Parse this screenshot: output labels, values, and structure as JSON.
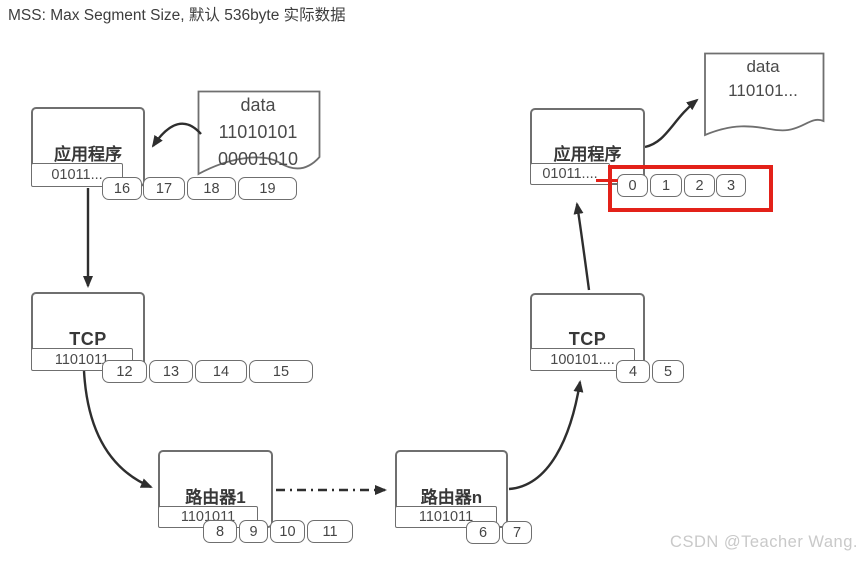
{
  "title": "MSS: Max Segment Size, 默认 536byte 实际数据",
  "watermark": "CSDN @Teacher Wang.",
  "colors": {
    "box_border": "#6f6f6f",
    "arrow": "#2e2e2e",
    "highlight_red": "#e32119",
    "label_text": "#383838",
    "binary_text": "#4a4a4a",
    "watermark_gray": "#c9c9c9",
    "background": "#ffffff"
  },
  "documents": {
    "source": {
      "line1": "data",
      "line2": "11010101",
      "line3": "00001010"
    },
    "received": {
      "line1": "data",
      "line2": "110101..."
    }
  },
  "nodes": {
    "app_left": {
      "label": "应用程序",
      "buffer": "01011...",
      "segments": [
        "16",
        "17",
        "18",
        "19"
      ]
    },
    "tcp_left": {
      "label": "TCP",
      "buffer": "1101011",
      "segments": [
        "12",
        "13",
        "14",
        "15"
      ]
    },
    "router1": {
      "label": "路由器1",
      "buffer": "1101011",
      "segments": [
        "8",
        "9",
        "10",
        "11"
      ]
    },
    "router_n": {
      "label": "路由器n",
      "buffer": "1101011",
      "segments": [
        "6",
        "7"
      ]
    },
    "tcp_right": {
      "label": "TCP",
      "buffer": "100101....",
      "segments": [
        "4",
        "5"
      ]
    },
    "app_right": {
      "label": "应用程序",
      "buffer": "01011....",
      "segments": [
        "0",
        "1",
        "2",
        "3"
      ]
    }
  }
}
